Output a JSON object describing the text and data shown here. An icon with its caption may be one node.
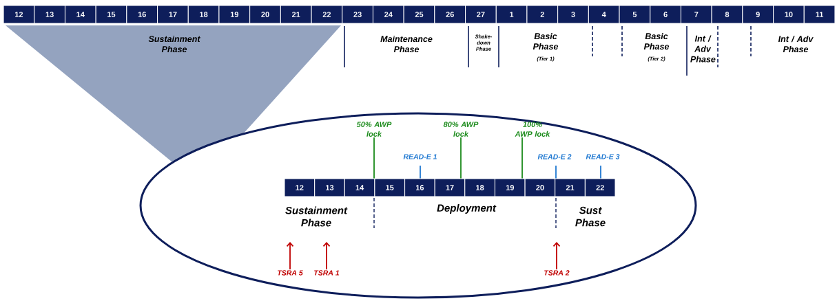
{
  "diagram": {
    "nodes": [
      {
        "text": [
          "12"
        ]
      },
      {
        "text": [
          "13"
        ]
      },
      {
        "text": [
          "14"
        ]
      },
      {
        "text": [
          "15"
        ]
      },
      {
        "text": [
          "16"
        ]
      },
      {
        "text": [
          "17"
        ]
      },
      {
        "text": [
          "18"
        ]
      },
      {
        "text": [
          "19"
        ]
      },
      {
        "text": [
          "20"
        ]
      },
      {
        "text": [
          "21"
        ]
      },
      {
        "text": [
          "22"
        ]
      },
      {
        "text": [
          "23"
        ]
      },
      {
        "text": [
          "24"
        ]
      },
      {
        "text": [
          "25"
        ]
      },
      {
        "text": [
          "26"
        ]
      },
      {
        "text": [
          "27"
        ]
      },
      {
        "text": [
          "1"
        ]
      },
      {
        "text": [
          "2"
        ]
      },
      {
        "text": [
          "3"
        ]
      },
      {
        "text": [
          "4"
        ]
      },
      {
        "text": [
          "5"
        ]
      },
      {
        "text": [
          "6"
        ]
      },
      {
        "text": [
          "7"
        ]
      },
      {
        "text": [
          "8"
        ]
      },
      {
        "text": [
          "9"
        ]
      },
      {
        "text": [
          "10"
        ]
      },
      {
        "text": [
          "11"
        ]
      },
      {
        "text": [
          "12"
        ]
      },
      {
        "text": [
          "13"
        ]
      },
      {
        "text": [
          "14"
        ]
      },
      {
        "text": [
          "15"
        ]
      },
      {
        "text": [
          "16"
        ]
      },
      {
        "text": [
          "17"
        ]
      },
      {
        "text": [
          "18"
        ]
      },
      {
        "text": [
          "19"
        ]
      },
      {
        "text": [
          "20"
        ]
      },
      {
        "text": [
          "21"
        ]
      },
      {
        "text": [
          "22"
        ]
      },
      {
        "text": [
          "50% AWP lock"
        ]
      },
      {
        "text": [
          "80% AWP lock"
        ]
      },
      {
        "text": [
          "100% AWP lock"
        ]
      },
      {
        "text": [
          "READ-E 1"
        ]
      },
      {
        "text": [
          "READ-E 2"
        ]
      },
      {
        "text": [
          "READ-E 3"
        ]
      },
      {
        "text": [
          "TSRA 5"
        ]
      },
      {
        "text": [
          "TSRA 1"
        ]
      },
      {
        "text": [
          "TSRA 2"
        ]
      }
    ],
    "edges": [
      {
        "from": 38,
        "to": 29,
        "arrow": "none",
        "color": "#1a8a1a"
      },
      {
        "from": 39,
        "to": 32,
        "arrow": "none",
        "color": "#1a8a1a"
      },
      {
        "from": 40,
        "to": 34,
        "arrow": "none",
        "color": "#1a8a1a"
      },
      {
        "from": 41,
        "to": 31,
        "arrow": "none",
        "color": "#1f78d1"
      },
      {
        "from": 42,
        "to": 36,
        "arrow": "none",
        "color": "#1f78d1"
      },
      {
        "from": 43,
        "to": 37,
        "arrow": "none",
        "color": "#1f78d1"
      },
      {
        "from": 44,
        "to": null,
        "arrow": "to",
        "color": "#c00000"
      },
      {
        "from": 45,
        "to": null,
        "arrow": "to",
        "color": "#c00000"
      },
      {
        "from": 46,
        "to": null,
        "arrow": "to",
        "color": "#c00000"
      }
    ],
    "labels": [
      "Sustainment Phase",
      "Maintenance Phase",
      "Shake-down Phase",
      "Basic Phase",
      "(Tier 1)",
      "Basic Phase",
      "(Tier 2)",
      "Int / Adv Phase",
      "Int / Adv Phase",
      "Sustainment Phase",
      "Deployment",
      "Sust Phase"
    ]
  }
}
